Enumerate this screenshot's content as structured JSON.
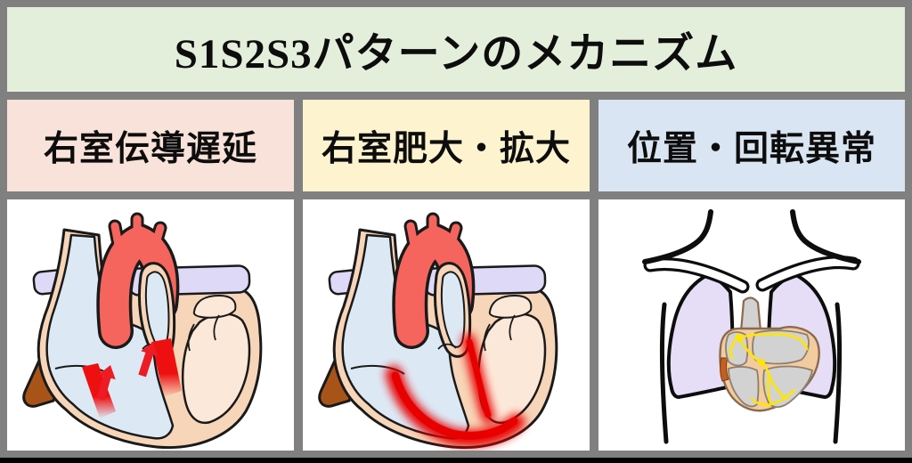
{
  "title": "S1S2S3パターンのメカニズム",
  "title_bg": "#e3efdb",
  "frame_color": "#808080",
  "columns": [
    {
      "label": "右室伝導遅延",
      "header_bg": "#f9e2d9",
      "illustration": {
        "name": "heart-cross-section-conduction-delay",
        "alt": "Heart cross-section with two red patches on the right ventricular wall and two upward red arrows indicating delayed conduction"
      }
    },
    {
      "label": "右室肥大・拡大",
      "header_bg": "#fdf3cf",
      "illustration": {
        "name": "heart-cross-section-rv-hypertrophy",
        "alt": "Heart cross-section with diffuse red highlighting along the right ventricular wall indicating hypertrophy / dilation"
      }
    },
    {
      "label": "位置・回転異常",
      "header_bg": "#d9e5f2",
      "illustration": {
        "name": "thorax-heart-position",
        "alt": "Chest outline with lungs and heart showing cardiac position and conduction system"
      }
    }
  ],
  "colors": {
    "heart_wall": "#f7d5b8",
    "right_heart_blue": "#dce9f5",
    "left_ventricle_pink": "#fce8d8",
    "aorta_red": "#f5655e",
    "pulmonary_artery_lavender": "#ded9f7",
    "ivc_brown": "#a85418",
    "highlight_red": "#ed1b23",
    "glow_red": "#e80000",
    "lung_purple": "#e6def6",
    "thorax_heart_wall": "#f2cb9f",
    "chamber_gray": "#d2d2d2",
    "conduction_yellow": "#ffe600"
  }
}
